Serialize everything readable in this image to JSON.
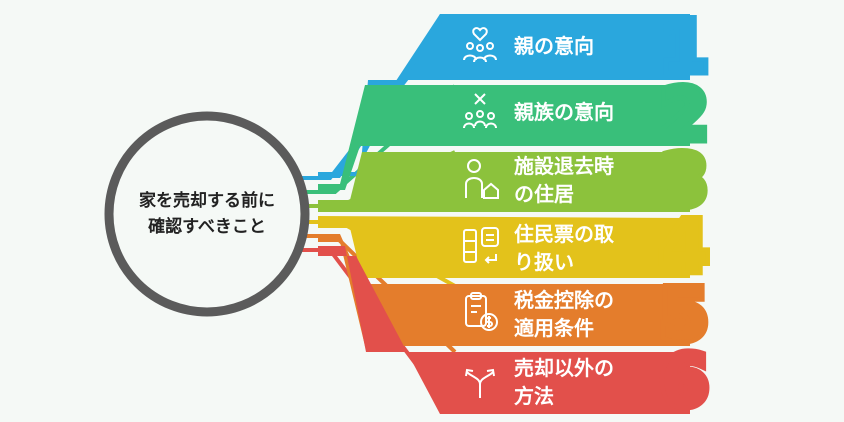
{
  "center": {
    "line1": "家を売却する前に",
    "line2": "確認すべきこと"
  },
  "items": [
    {
      "number": "1",
      "lines": [
        "親の意向"
      ],
      "icon": "family-heart-icon",
      "color": "#2aa7dd"
    },
    {
      "number": "2",
      "lines": [
        "親族の意向"
      ],
      "icon": "people-conflict-icon",
      "color": "#39bf7a"
    },
    {
      "number": "3",
      "lines": [
        "施設退去時",
        "の住居"
      ],
      "icon": "person-house-icon",
      "color": "#8cc23c"
    },
    {
      "number": "4",
      "lines": [
        "住民票の取",
        "り扱い"
      ],
      "icon": "document-transfer-icon",
      "color": "#e3c21b"
    },
    {
      "number": "5",
      "lines": [
        "税金控除の",
        "適用条件"
      ],
      "icon": "tax-clipboard-icon",
      "color": "#e47d2c"
    },
    {
      "number": "6",
      "lines": [
        "売却以外の",
        "方法"
      ],
      "icon": "split-arrows-icon",
      "color": "#e2504b"
    }
  ]
}
